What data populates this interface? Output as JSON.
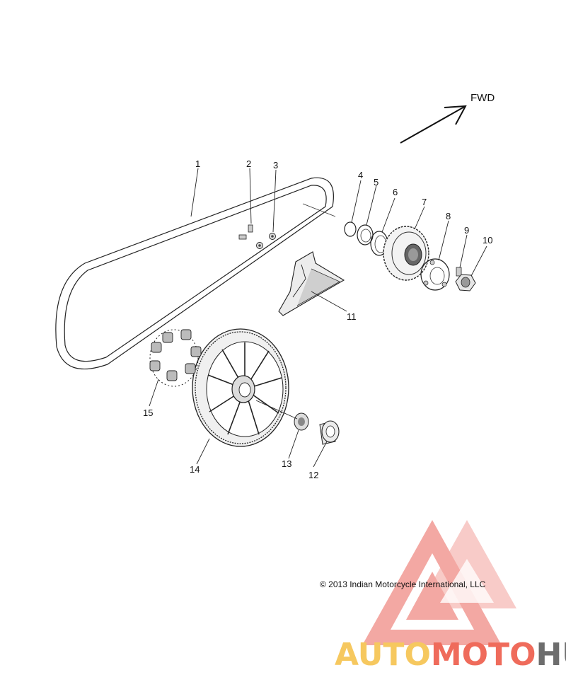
{
  "diagram": {
    "direction_label": "FWD",
    "copyright": "© 2013 Indian Motorcycle International, LLC",
    "callouts": [
      "1",
      "2",
      "3",
      "4",
      "5",
      "6",
      "7",
      "8",
      "9",
      "10",
      "11",
      "12",
      "13",
      "14",
      "15"
    ]
  },
  "watermark": {
    "word_part1": "AUTO",
    "word_part2": "MOTO",
    "word_part3": "HUB",
    "colors": {
      "auto": "#f6c85f",
      "moto": "#ef6b5b",
      "hub": "#6d6d6d",
      "triangle": "#f29a93"
    }
  }
}
